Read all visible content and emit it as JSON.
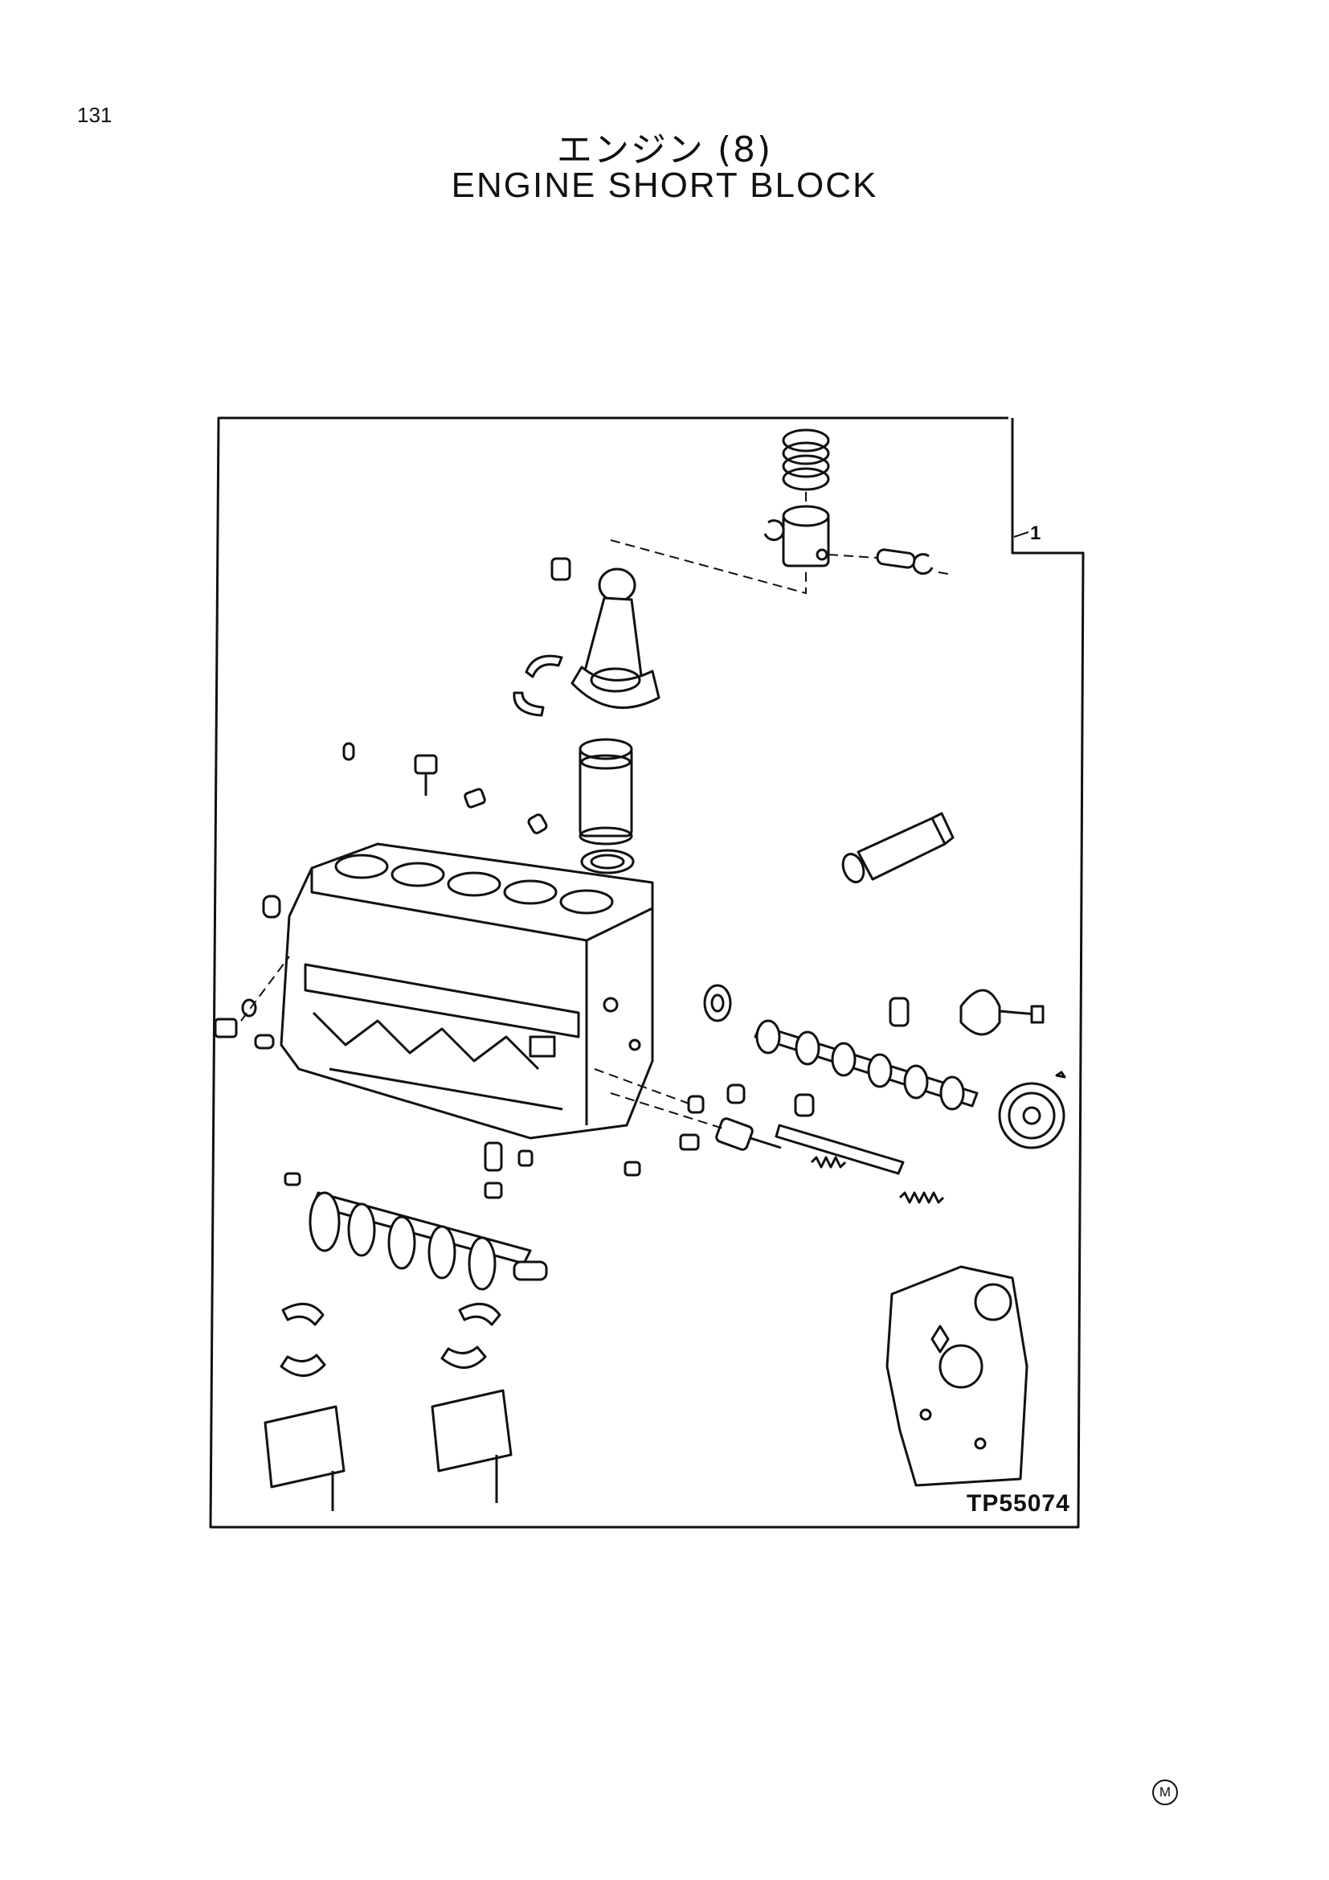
{
  "page": {
    "number": "131"
  },
  "title": {
    "japanese": "エンジン (8)",
    "english": "ENGINE SHORT BLOCK"
  },
  "diagram": {
    "callout": "1",
    "figure_code": "TP55074"
  },
  "footer": {
    "mark": "M"
  }
}
